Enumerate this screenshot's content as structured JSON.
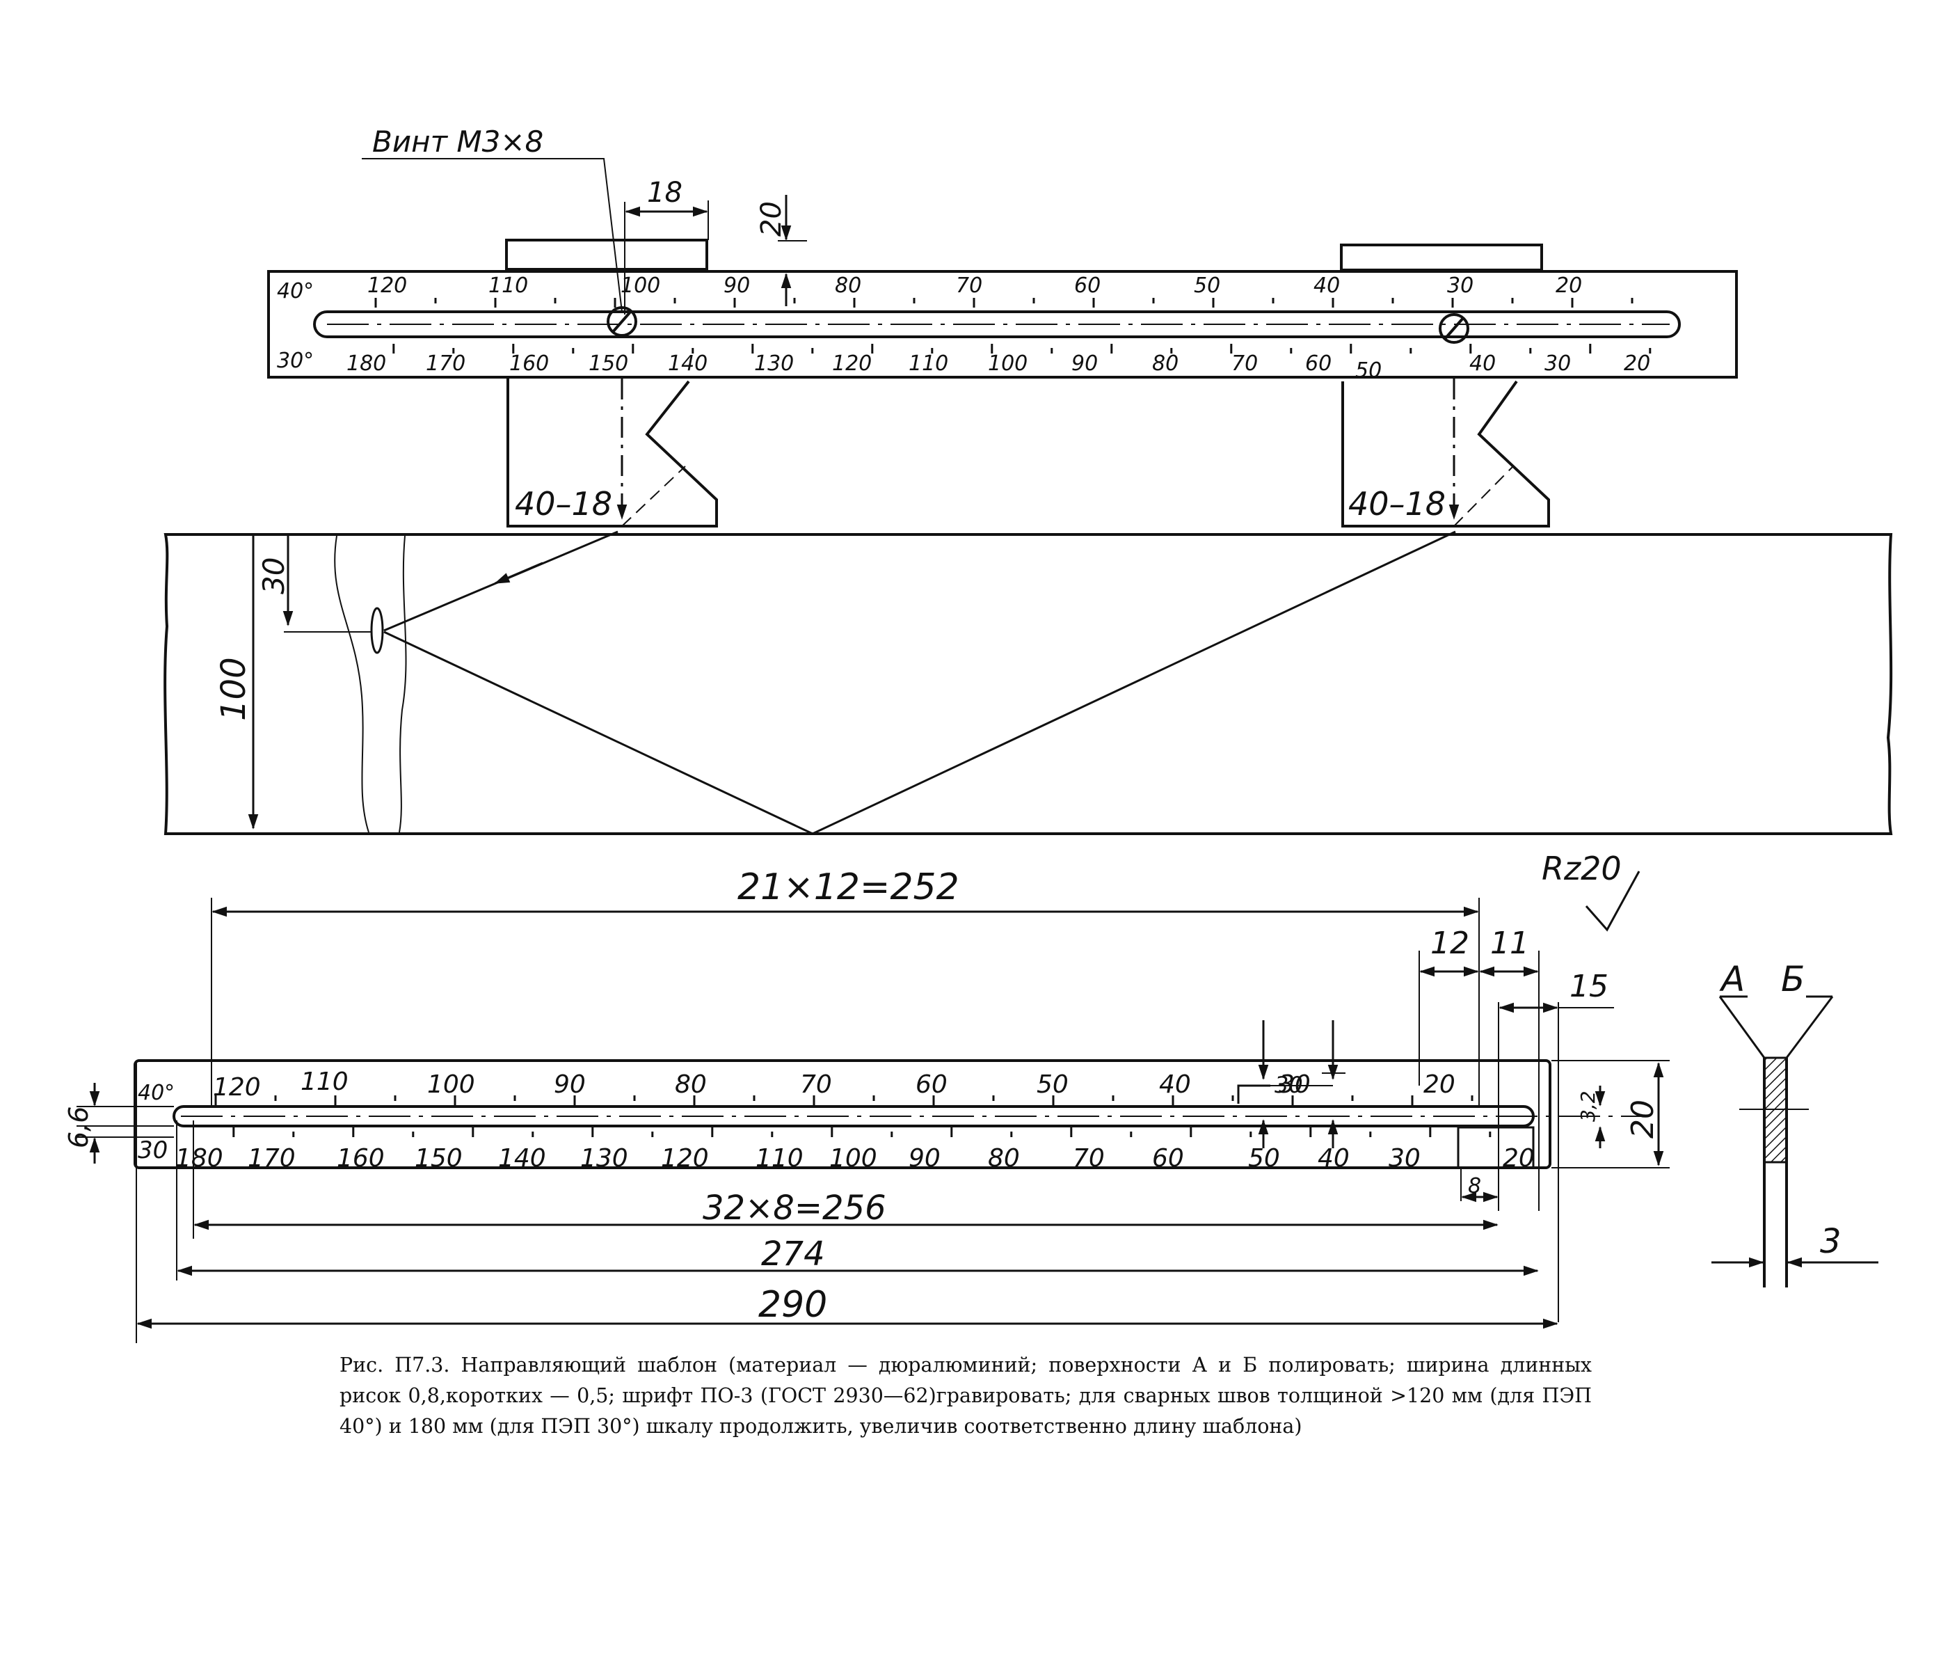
{
  "upper": {
    "screw_label": "Винт М3×8",
    "dim_18": "18",
    "dim_20": "20",
    "dim_30": "30",
    "dim_100": "100",
    "probe_left": "40–18",
    "probe_right": "40–18",
    "angle_top": "40°",
    "angle_bottom": "30°",
    "scale_top": [
      "120",
      "110",
      "100",
      "90",
      "80",
      "70",
      "60",
      "50",
      "40",
      "30",
      "20"
    ],
    "scale_bottom": [
      "180",
      "170",
      "160",
      "150",
      "140",
      "130",
      "120",
      "110",
      "100",
      "90",
      "80",
      "70",
      "60",
      "50",
      "40",
      "30",
      "20"
    ]
  },
  "lower": {
    "dim_252": "21×12=252",
    "roughness": "Rz20",
    "dim_12": "12",
    "dim_11": "11",
    "dim_15": "15",
    "dim_32_8": "32×8=256",
    "dim_274": "274",
    "dim_290": "290",
    "dim_6_6": "6,6",
    "dim_3_2": "3,2",
    "dim_20": "20",
    "dim_8": "8",
    "dim_30": "30",
    "angle_top": "40°",
    "angle_bottom": "30",
    "scale_top": [
      "120",
      "110",
      "100",
      "90",
      "80",
      "70",
      "60",
      "50",
      "40",
      "30",
      "20"
    ],
    "scale_bottom": [
      "180",
      "170",
      "160",
      "150",
      "140",
      "130",
      "120",
      "110",
      "100",
      "90",
      "80",
      "70",
      "60",
      "50",
      "40",
      "30",
      "20"
    ]
  },
  "section": {
    "label_a": "А",
    "label_b": "Б",
    "dim_3": "3"
  },
  "caption": "Рис. П7.3. Направляющий шаблон (материал — дюралюминий; поверхности А и Б полировать; ширина длинных рисок 0,8,коротких — 0,5; шрифт ПО-3 (ГОСТ 2930—62)гравировать; для сварных швов толщиной >120 мм (для ПЭП 40°) и 180 мм (для ПЭП 30°) шкалу продолжить, увеличив соответственно длину шаблона)"
}
